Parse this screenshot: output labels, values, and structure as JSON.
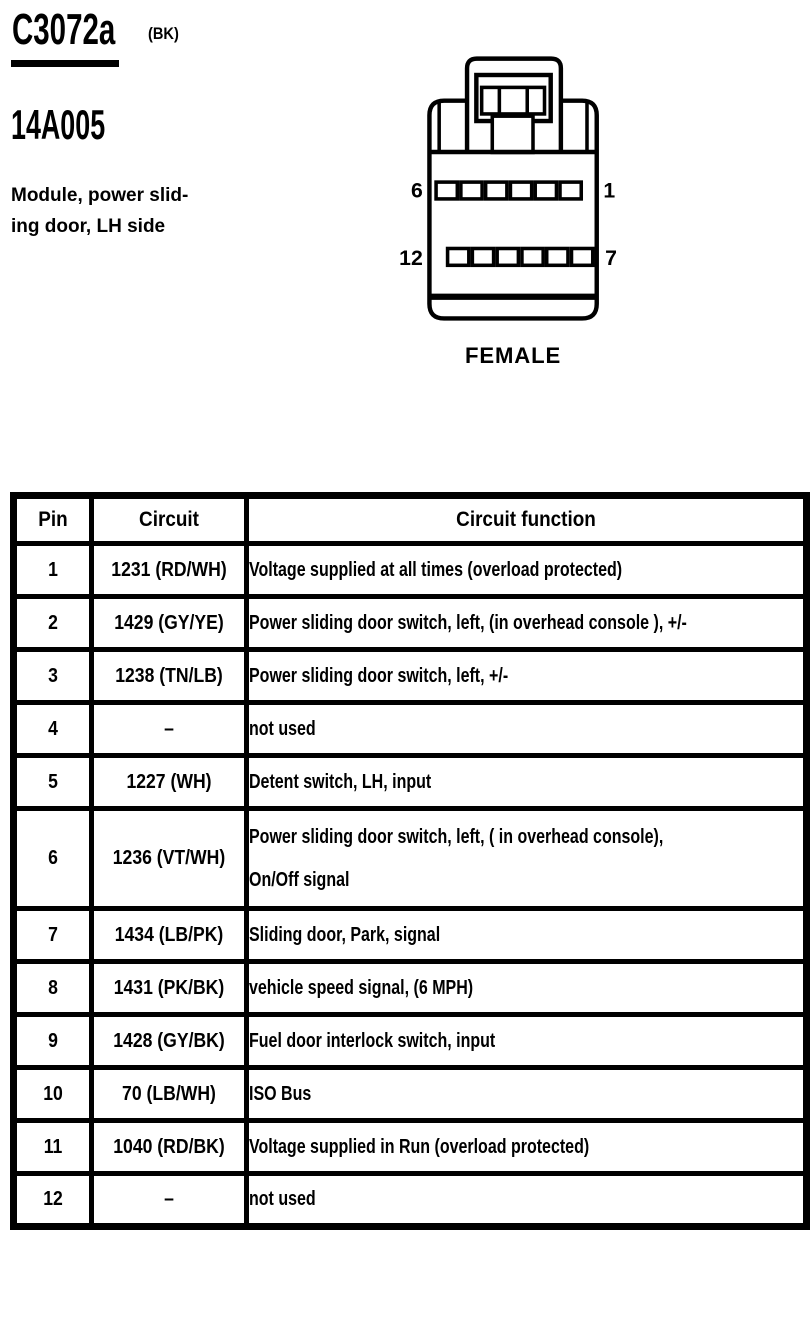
{
  "doc": {
    "connector_id": "C3072a",
    "connector_color_code": "(BK)",
    "part_number": "14A005",
    "description": "Module, power slid-\ning door, LH side"
  },
  "connector": {
    "gender_label": "FEMALE",
    "cavity_rows": 2,
    "cavities_per_row": 6,
    "pin_labels": {
      "top_left": "6",
      "top_right": "1",
      "bottom_left": "12",
      "bottom_right": "7"
    }
  },
  "table": {
    "headers": {
      "pin": "Pin",
      "circuit": "Circuit",
      "function": "Circuit function"
    },
    "rows": [
      {
        "pin": "1",
        "circuit": "1231 (RD/WH)",
        "function": "Voltage supplied at all times (overload protected)"
      },
      {
        "pin": "2",
        "circuit": "1429 (GY/YE)",
        "function": "Power sliding door switch, left, (in overhead console ), +/-"
      },
      {
        "pin": "3",
        "circuit": "1238 (TN/LB)",
        "function": "Power sliding door switch, left, +/-"
      },
      {
        "pin": "4",
        "circuit": "–",
        "function": "not used"
      },
      {
        "pin": "5",
        "circuit": "1227 (WH)",
        "function": "Detent switch, LH, input"
      },
      {
        "pin": "6",
        "circuit": "1236 (VT/WH)",
        "function": "Power sliding door switch, left, ( in overhead console),\nOn/Off signal"
      },
      {
        "pin": "7",
        "circuit": "1434 (LB/PK)",
        "function": "Sliding door, Park, signal"
      },
      {
        "pin": "8",
        "circuit": "1431 (PK/BK)",
        "function": "vehicle speed signal, (6 MPH)"
      },
      {
        "pin": "9",
        "circuit": "1428 (GY/BK)",
        "function": "Fuel door interlock switch, input"
      },
      {
        "pin": "10",
        "circuit": "70 (LB/WH)",
        "function": "ISO Bus"
      },
      {
        "pin": "11",
        "circuit": "1040 (RD/BK)",
        "function": "Voltage supplied in Run (overload protected)"
      },
      {
        "pin": "12",
        "circuit": "–",
        "function": "not used"
      }
    ]
  },
  "colors": {
    "ink": "#000000",
    "paper": "#ffffff"
  }
}
